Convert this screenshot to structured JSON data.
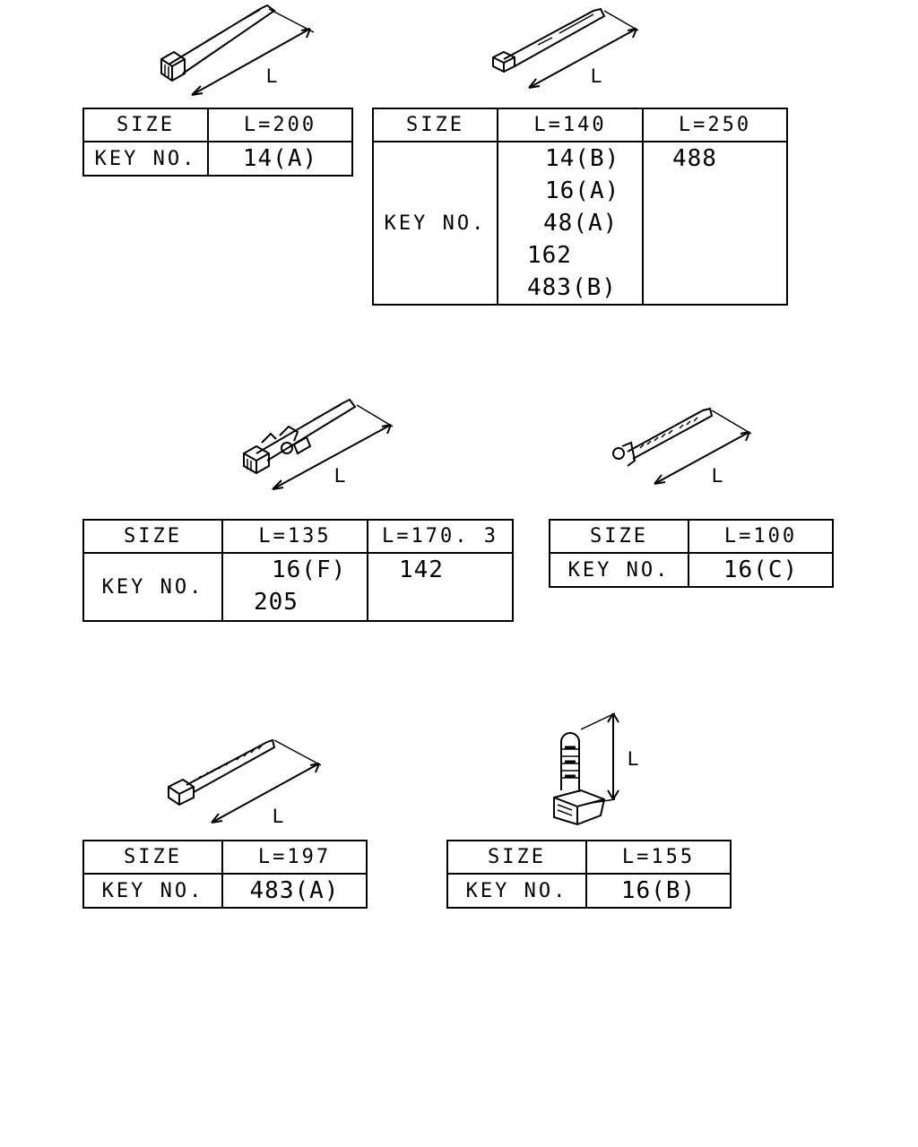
{
  "dimension_label": "L",
  "size_header": "SIZE",
  "key_header": "KEY NO.",
  "groups": {
    "g1": {
      "c1": {
        "size": "L=200",
        "keys": [
          "14(A)"
        ]
      }
    },
    "g2": {
      "c1": {
        "size": "L=140",
        "keys": [
          "14(B)",
          "16(A)",
          "48(A)",
          "162",
          "483(B)"
        ]
      },
      "c2": {
        "size": "L=250",
        "keys": [
          "488"
        ]
      }
    },
    "g3": {
      "c1": {
        "size": "L=135",
        "keys": [
          "16(F)",
          "205"
        ]
      },
      "c2": {
        "size": "L=170. 3",
        "keys": [
          "142"
        ]
      }
    },
    "g4": {
      "c1": {
        "size": "L=100",
        "keys": [
          "16(C)"
        ]
      }
    },
    "g5": {
      "c1": {
        "size": "L=197",
        "keys": [
          "483(A)"
        ]
      }
    },
    "g6": {
      "c1": {
        "size": "L=155",
        "keys": [
          "16(B)"
        ]
      }
    }
  }
}
